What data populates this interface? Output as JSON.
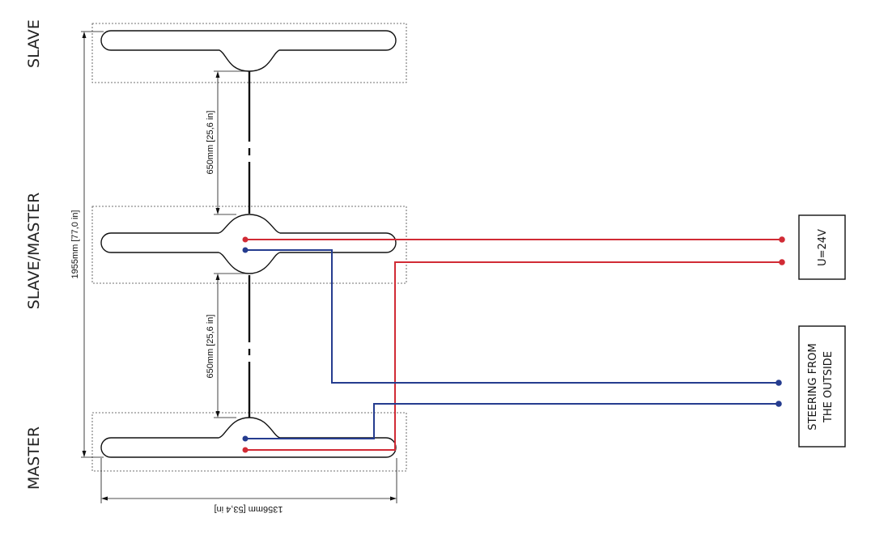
{
  "units": {
    "slave": "SLAVE",
    "slave_master": "SLAVE/MASTER",
    "master": "MASTER"
  },
  "dimensions": {
    "total_height": "1955mm [77,0 in]",
    "spacing_upper": "650mm [25,6 in]",
    "spacing_lower": "650mm [25,6 in]",
    "width": "1356mm [53,4 in]"
  },
  "boxes": {
    "power": "U=24V",
    "steering_line1": "STEERING FROM",
    "steering_line2": "THE OUTSIDE"
  },
  "colors": {
    "power_wire": "#d12b35",
    "steering_wire": "#253c8f"
  }
}
